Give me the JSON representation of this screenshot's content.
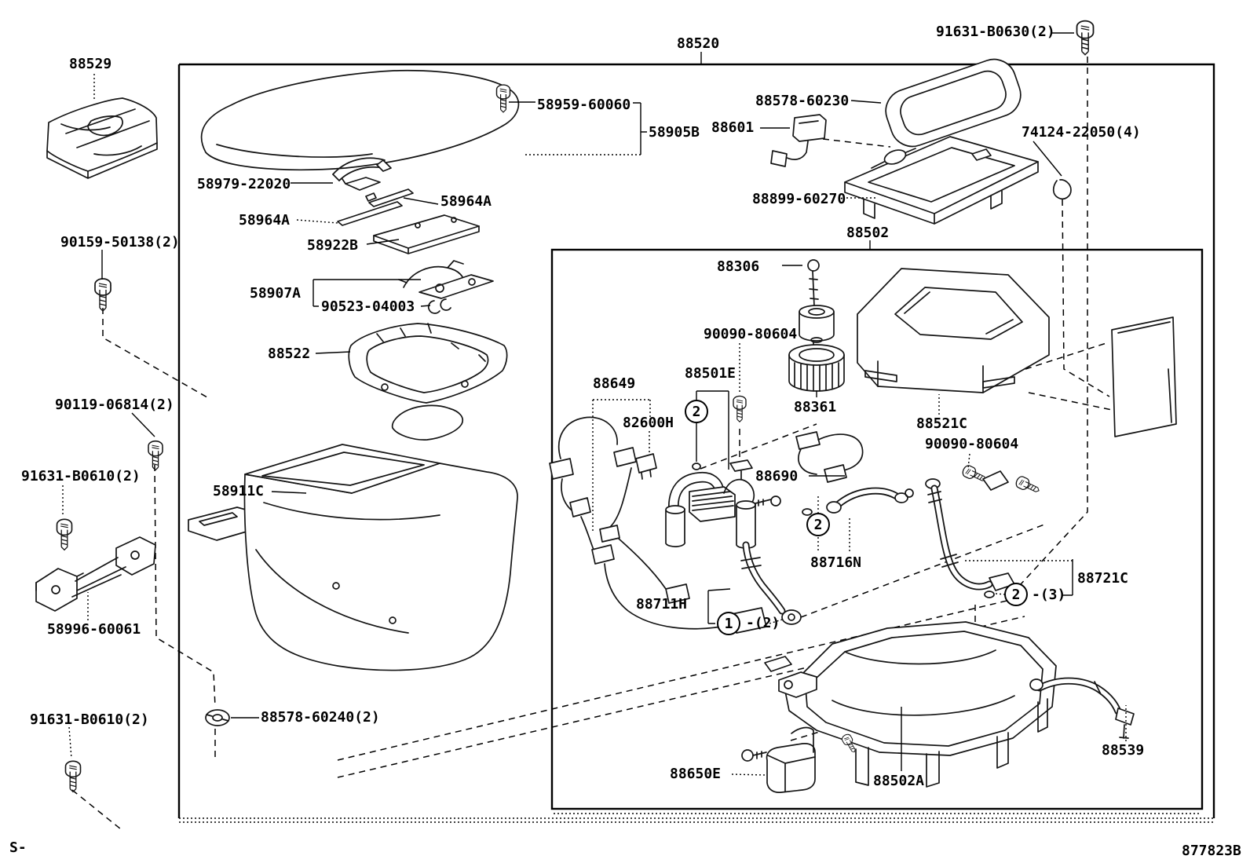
{
  "diagram": {
    "footer": {
      "sheet_code": "877823B",
      "corner_mark": "S-"
    },
    "callouts": {
      "c1": "1",
      "c2": "2",
      "qty2": "-(2)",
      "qty3": "-(3)"
    },
    "parts": {
      "n88529": "88529",
      "n90159": "90159-50138(2)",
      "n90119": "90119-06814(2)",
      "n91631b0610": "91631-B0610(2)",
      "n58996": "58996-60061",
      "n88578_60240": "88578-60240(2)",
      "n88520": "88520",
      "n91631b0630": "91631-B0630(2)",
      "n58959": "58959-60060",
      "n58905b": "58905B",
      "n88601": "88601",
      "n88578_60230": "88578-60230",
      "n74124": "74124-22050(4)",
      "n88899": "88899-60270",
      "n88502": "88502",
      "n58979": "58979-22020",
      "n58964a": "58964A",
      "n58922b": "58922B",
      "n58907a": "58907A",
      "n90523": "90523-04003",
      "n88522": "88522",
      "n58911c": "58911C",
      "n88306": "88306",
      "n90090": "90090-80604",
      "n88649": "88649",
      "n82600h": "82600H",
      "n88501e": "88501E",
      "n88361": "88361",
      "n88521c": "88521C",
      "n88690": "88690",
      "n88716n": "88716N",
      "n88711h": "88711H",
      "n88721c": "88721C",
      "n88650e": "88650E",
      "n88502a": "88502A",
      "n88539": "88539"
    }
  }
}
